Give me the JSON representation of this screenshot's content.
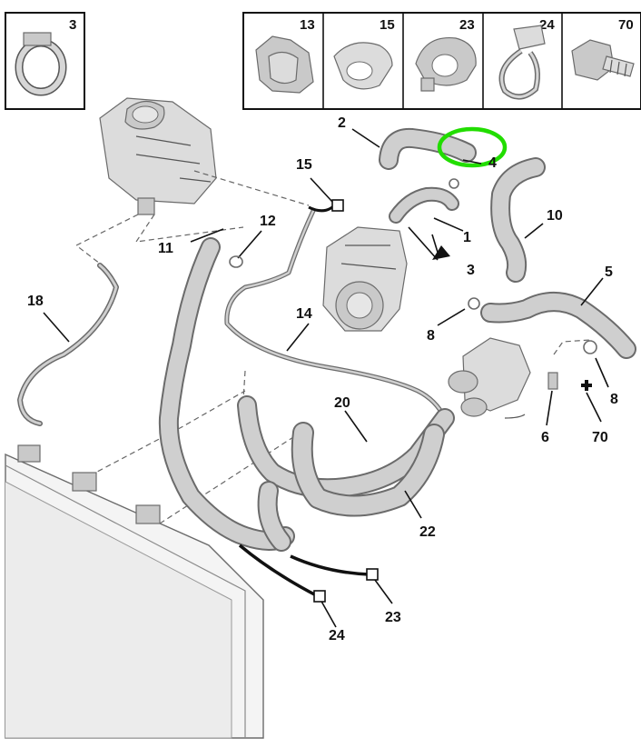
{
  "parts_boxes": [
    {
      "number": "3",
      "icon": "hose-clamp-icon"
    },
    {
      "number": "13",
      "icon": "pipe-clip-icon"
    },
    {
      "number": "15",
      "icon": "pipe-clip-open-icon"
    },
    {
      "number": "23",
      "icon": "retaining-clip-icon"
    },
    {
      "number": "24",
      "icon": "cable-tie-clip-icon"
    },
    {
      "number": "70",
      "icon": "hex-bolt-icon"
    }
  ],
  "callouts": {
    "c1": "1",
    "c2": "2",
    "c3": "3",
    "c4": "4",
    "c5": "5",
    "c6": "6",
    "c8a": "8",
    "c8b": "8",
    "c10": "10",
    "c11": "11",
    "c12": "12",
    "c14": "14",
    "c15": "15",
    "c18": "18",
    "c20": "20",
    "c22": "22",
    "c23": "23",
    "c24": "24",
    "c70": "70"
  },
  "highlight": {
    "color": "#22dd00",
    "target": "hose 2 outlet end"
  },
  "colors": {
    "line": "#6b6b6b",
    "part": "#c9c9c9",
    "highlight": "#22dd00"
  }
}
